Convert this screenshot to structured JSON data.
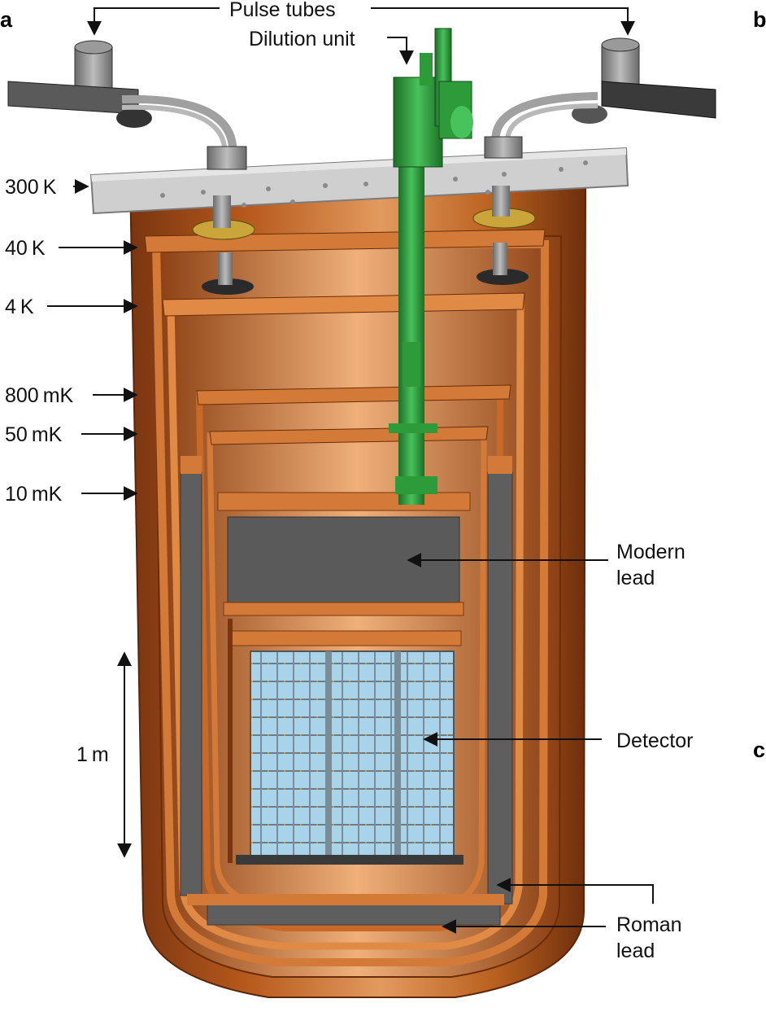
{
  "panel_labels": {
    "a": "a",
    "b": "b",
    "c": "c"
  },
  "labels": {
    "pulse_tubes": "Pulse tubes",
    "dilution_unit": "Dilution unit",
    "t300k": "300 K",
    "t40k": "40 K",
    "t4k": "4 K",
    "t800mk": "800 mK",
    "t50mk": "50 mK",
    "t10mk": "10 mK",
    "modern_lead_1": "Modern",
    "modern_lead_2": "lead",
    "detector": "Detector",
    "roman_lead_1": "Roman",
    "roman_lead_2": "lead",
    "scale": "1 m"
  },
  "colors": {
    "copper": "#c8692a",
    "copper_dark": "#8a3f12",
    "copper_light": "#e89a5c",
    "plate": "#c9c9c9",
    "lead": "#5e5e5e",
    "crystal": "#a9d3e8",
    "green": "#2e9b3a"
  }
}
